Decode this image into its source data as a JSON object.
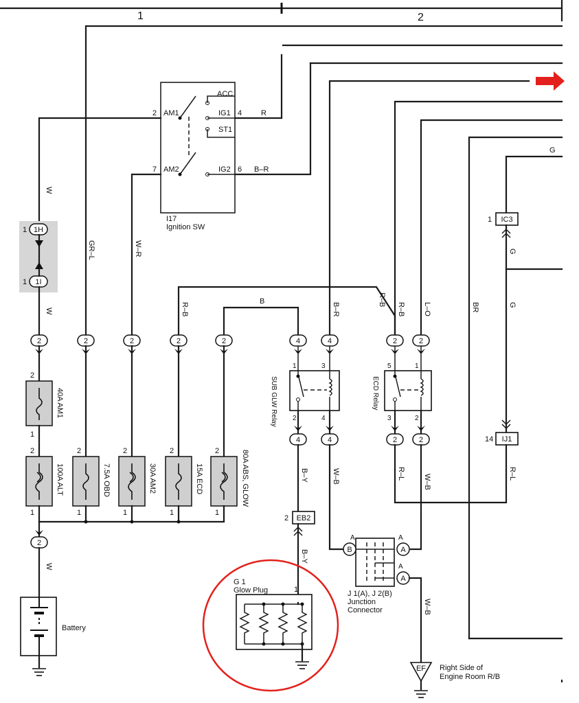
{
  "columns": [
    "1",
    "2"
  ],
  "ignition_switch": {
    "id": "I17",
    "name": "Ignition SW",
    "terminals": [
      {
        "pin": "2",
        "name": "AM1"
      },
      {
        "pin": "4",
        "name": "IG1"
      },
      {
        "pin": "7",
        "name": "AM2"
      },
      {
        "pin": "6",
        "name": "IG2"
      },
      {
        "pin": "",
        "name": "ACC"
      },
      {
        "pin": "",
        "name": "ST1"
      }
    ]
  },
  "wire_colors": {
    "ig1": "R",
    "ig2": "B–R",
    "am1": "W",
    "obd": "GR–L",
    "am2": "W–R",
    "ecd": "R–B",
    "glow_feed": "B",
    "sub_relay_in": "B–R",
    "ecd_relay_in": "R–B",
    "ecd_relay_in2": "R–B",
    "lo": "L–O",
    "br": "BR",
    "g_top": "G",
    "g_mid": "G",
    "g_low": "G",
    "by1": "B–Y",
    "by2": "B–Y",
    "wb1": "W–B",
    "rl1": "R–L",
    "wb2": "W–B",
    "rl2": "R–L",
    "wb_ground": "W–B",
    "battery": "W",
    "am1_low": "W"
  },
  "connectors": {
    "c1h": {
      "pin": "1",
      "id": "1H"
    },
    "c1i": {
      "pin": "1",
      "id": "1I"
    },
    "ic3": {
      "pin": "1",
      "id": "IC3"
    },
    "ij1": {
      "pin": "14",
      "id": "IJ1"
    },
    "eb2": {
      "pin": "2",
      "id": "EB2"
    },
    "jb": {
      "id": "J 1(A), J 2(B)",
      "label1": "Junction",
      "label2": "Connector"
    }
  },
  "fuses": [
    {
      "label": "40A AM1",
      "pin_top": "2",
      "pin_bottom": "1"
    },
    {
      "label": "100A ALT",
      "pin_top": "2",
      "pin_bottom": "1"
    },
    {
      "label": "7.5A OBD",
      "pin_top": "2",
      "pin_bottom": "1"
    },
    {
      "label": "30A AM2",
      "pin_top": "2",
      "pin_bottom": "1"
    },
    {
      "label": "15A ECD",
      "pin_top": "2",
      "pin_bottom": "1"
    },
    {
      "label": "80A ABS, GLOW",
      "pin_top": "2",
      "pin_bottom": "1"
    }
  ],
  "relays": [
    {
      "name": "SUB GLW Relay",
      "pins": [
        "1",
        "3",
        "2",
        "4"
      ]
    },
    {
      "name": "ECD Relay",
      "pins": [
        "5",
        "1",
        "3",
        "2"
      ]
    }
  ],
  "glow_plug": {
    "id": "G 1",
    "name": "Glow Plug",
    "pin": "1"
  },
  "battery": {
    "name": "Battery"
  },
  "ground": {
    "id": "EF",
    "line1": "Right Side of",
    "line2": "Engine Room R/B"
  },
  "block_pins": {
    "two": "2",
    "four": "4",
    "A": "A",
    "B": "B"
  },
  "colors": {
    "highlight": "#e3201b",
    "arrow": "#e3201b",
    "fuse_fill": "#cfcfcf"
  }
}
